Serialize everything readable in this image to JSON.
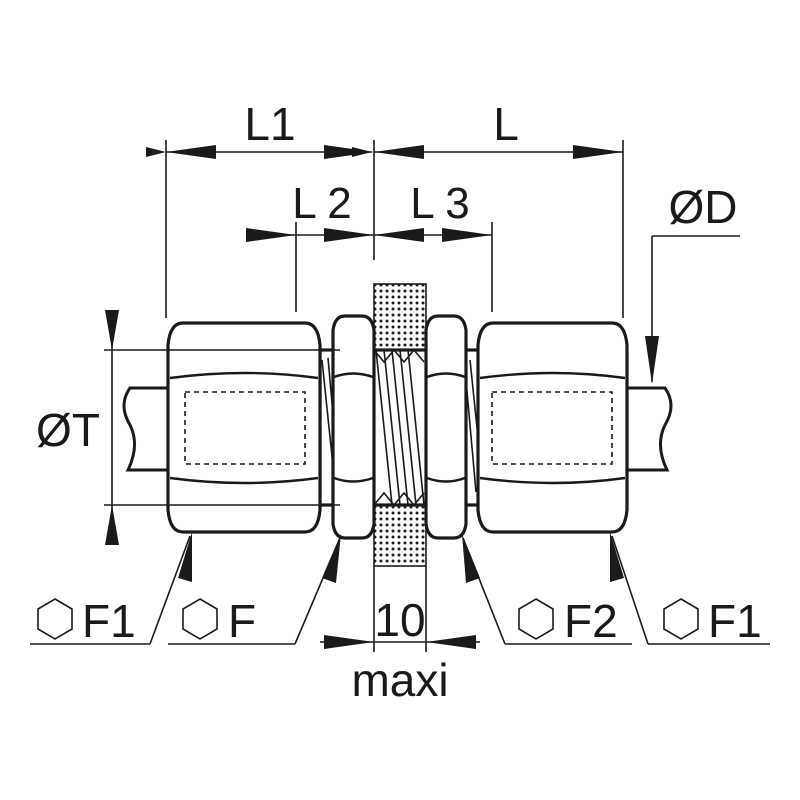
{
  "dimensions": {
    "l1": "L1",
    "l": "L",
    "l2": "L 2",
    "l3": "L 3",
    "od": "ØD",
    "ot": "ØT",
    "panel": "10",
    "panel_note": "maxi"
  },
  "hex_callouts": [
    {
      "label": "F1"
    },
    {
      "label": "F"
    },
    {
      "label": "F2"
    },
    {
      "label": "F1"
    }
  ],
  "colors": {
    "ink": "#1a1a1a",
    "background": "#ffffff"
  }
}
